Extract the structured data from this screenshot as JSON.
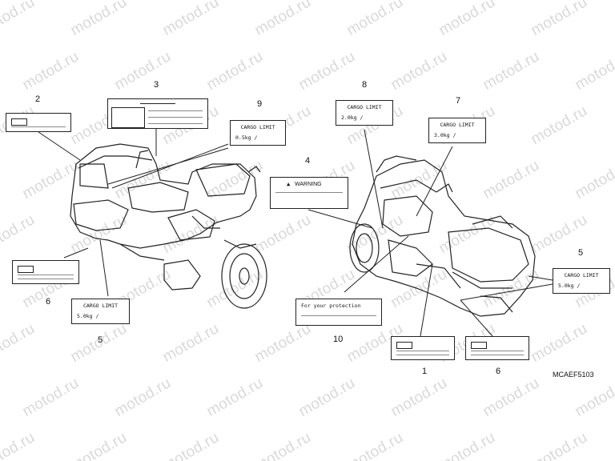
{
  "watermark": "motod.ru",
  "callouts": {
    "n1": "1",
    "n2": "2",
    "n3": "3",
    "n4": "4",
    "n5a": "5",
    "n5b": "5",
    "n6a": "6",
    "n6b": "6",
    "n7": "7",
    "n8": "8",
    "n9": "9",
    "n10": "10"
  },
  "labels": {
    "cargo_title": "CARGO LIMIT",
    "cargo_9": "0.5kg  /",
    "cargo_8": "2.0kg  /",
    "cargo_7": "3.0kg  /",
    "cargo_5a": "5.0kg  /",
    "cargo_5b": "5.0kg  /",
    "warning": "WARNING",
    "protection": "For your protection"
  },
  "figure_code": "MCAEF5103"
}
